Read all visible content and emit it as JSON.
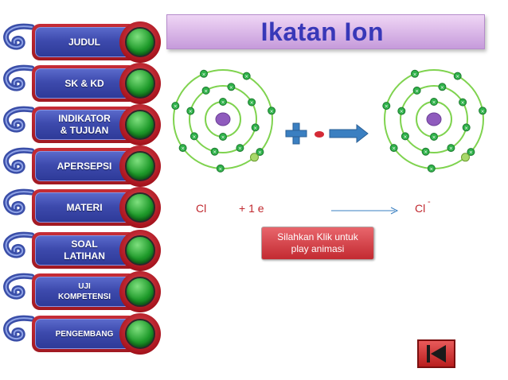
{
  "nav": {
    "items": [
      {
        "label": "JUDUL",
        "small": false
      },
      {
        "label": "SK & KD",
        "small": false
      },
      {
        "label": "INDIKATOR\n& TUJUAN",
        "small": false
      },
      {
        "label": "APERSEPSI",
        "small": false
      },
      {
        "label": "MATERI",
        "small": false
      },
      {
        "label": "SOAL\nLATIHAN",
        "small": false
      },
      {
        "label": "UJI\nKOMPETENSI",
        "small": true
      },
      {
        "label": "PENGEMBANG",
        "small": true
      }
    ]
  },
  "title": "Ikatan Ion",
  "equation": {
    "reactant": "Cl",
    "plus_electron": "+ 1 e",
    "product": "Cl",
    "charge": "-"
  },
  "animation_button": {
    "label": "Silahkan Klik  untuk\nplay animasi"
  },
  "colors": {
    "nav_border": "#b51e28",
    "nav_fill": "#3d4aad",
    "title_text": "#3838b8",
    "orbit": "#7fd34f",
    "nucleus": "#8f5bbd",
    "electron": "#2fb24a",
    "equation_text": "#c0282e",
    "arrow": "#3a7fc1"
  },
  "icons": {
    "plus": "plus-icon",
    "arrow": "arrow-right-icon",
    "back": "skip-back-icon"
  }
}
